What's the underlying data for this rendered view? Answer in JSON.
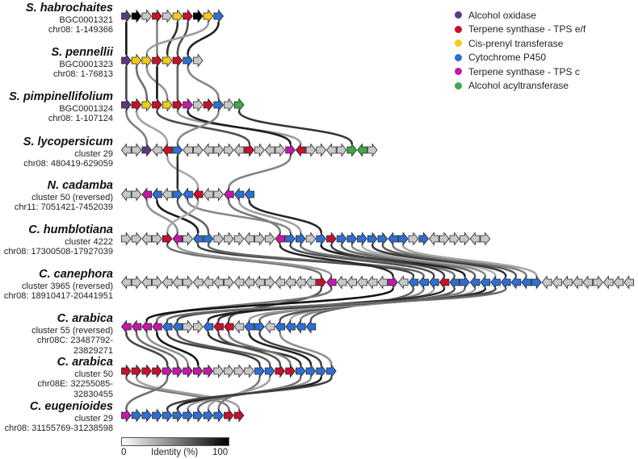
{
  "colors": {
    "alcohol_oxidase": "#5b3a82",
    "tps_ef": "#c4122e",
    "cis_prenyl": "#f2cc1b",
    "p450": "#2f6fd0",
    "tps_c": "#c21aa6",
    "acyltransferase": "#3cab4b",
    "other": "#c8c8c8"
  },
  "legend": [
    {
      "label": "Alcohol oxidase",
      "color": "#5b3a82"
    },
    {
      "label": "Terpene synthase - TPS e/f",
      "color": "#c4122e"
    },
    {
      "label": "Cis-prenyl transferase",
      "color": "#f2cc1b"
    },
    {
      "label": "Cytochrome P450",
      "color": "#2f6fd0"
    },
    {
      "label": "Terpene synthase - TPS c",
      "color": "#c21aa6"
    },
    {
      "label": "Alcohol acyltransferase",
      "color": "#3cab4b"
    }
  ],
  "colorbar": {
    "min": "0",
    "label": "Identity (%)",
    "max": "100"
  },
  "clusters": [
    {
      "species": "S. habrochaites",
      "cluster": "BGC0001321",
      "coords": "chr08: 1-149366",
      "genes": "AOGTGYTRYP"
    },
    {
      "species": "S. pennellii",
      "cluster": "BGC0001323",
      "coords": "chr08: 1-76813",
      "genes": "AYYTYTPg"
    },
    {
      "species": "S. pimpinellifolium",
      "cluster": "BGC0001324",
      "coords": "chr08: 1-107124",
      "genes": "ATYTYTCgTPgN"
    },
    {
      "species": "S. lycopersicum",
      "cluster": "cluster 29",
      "coords": "chr08: 480419-629059",
      "genes": "ggAgTPggggggTgggCTggggNNg"
    },
    {
      "species": "N. cadamba",
      "cluster": "cluster 50 (reversed)",
      "coords": "chr11: 7051421-7452039",
      "genes": "ggCPgPPTggCPP"
    },
    {
      "species": "C. humblotiana",
      "cluster": "cluster 4222",
      "coords": "chr08: 17300508-17927039",
      "genes": "ggggTCgPPggggggCPPgPTPPPPPPPgPgggggg"
    },
    {
      "species": "C. canephora",
      "cluster": "cluster 3965 (reversed)",
      "coords": "chr08: 18910417-20441951",
      "genes": "gggggggggggggggggggTCgggggCgPPPTPPPPPPPPPggggggggg"
    },
    {
      "species": "C. arabica",
      "cluster": "cluster 55 (reversed)",
      "coords": "chr08C: 23487792-23829271",
      "genes": "CCCCPPggPTTgPPgPPPP"
    },
    {
      "species": "C. arabica",
      "cluster": "cluster 50",
      "coords": "chr08E: 32255085-32830455",
      "genes": "TTTTCCCCCggggPPTTPPPP"
    },
    {
      "species": "C. eugenioides",
      "cluster": "cluster 29",
      "coords": "chr08: 31155769-31238598",
      "genes": "CPPPPPPPPPTT"
    }
  ]
}
